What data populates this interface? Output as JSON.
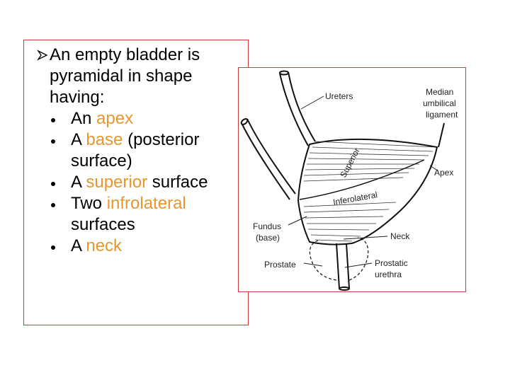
{
  "text": {
    "intro": "An empty bladder is pyramidal in shape having:",
    "items": [
      {
        "pre": "An ",
        "hl": "apex",
        "post": ""
      },
      {
        "pre": "A ",
        "hl": "base",
        "post": " (posterior surface)"
      },
      {
        "pre": "A ",
        "hl": "superior",
        "post": " surface"
      },
      {
        "pre": "Two ",
        "hl": "infrolateral",
        "post": " surfaces"
      },
      {
        "pre": "A ",
        "hl": "neck",
        "post": ""
      }
    ]
  },
  "figure": {
    "labels": {
      "ureters": "Ureters",
      "median_line1": "Median",
      "median_line2": "umbilical",
      "median_line3": "ligament",
      "superior": "Superior",
      "apex": "Apex",
      "inferolateral": "Inferolateral",
      "fundus_line1": "Fundus",
      "fundus_line2": "(base)",
      "neck": "Neck",
      "prostate": "Prostate",
      "prostatic_line1": "Prostatic",
      "prostatic_line2": "urethra"
    }
  },
  "colors": {
    "highlight": "#e8962e",
    "box_border": "#d23a3a"
  }
}
